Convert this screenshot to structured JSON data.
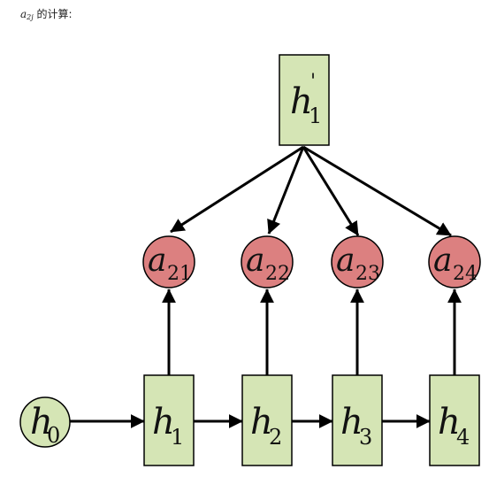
{
  "caption": {
    "var": "a",
    "sub": "2j",
    "rest": " 的计算:"
  },
  "colors": {
    "box_fill": "#d5e5b5",
    "circle_fill": "#dc8080",
    "stroke": "#000000"
  },
  "decoder": {
    "base": "h",
    "sub": "1",
    "prime": "'"
  },
  "attention": [
    {
      "base": "a",
      "sub": "21"
    },
    {
      "base": "a",
      "sub": "22"
    },
    {
      "base": "a",
      "sub": "23"
    },
    {
      "base": "a",
      "sub": "24"
    }
  ],
  "initial": {
    "base": "h",
    "sub": "0"
  },
  "encoder": [
    {
      "base": "h",
      "sub": "1"
    },
    {
      "base": "h",
      "sub": "2"
    },
    {
      "base": "h",
      "sub": "3"
    },
    {
      "base": "h",
      "sub": "4"
    }
  ]
}
